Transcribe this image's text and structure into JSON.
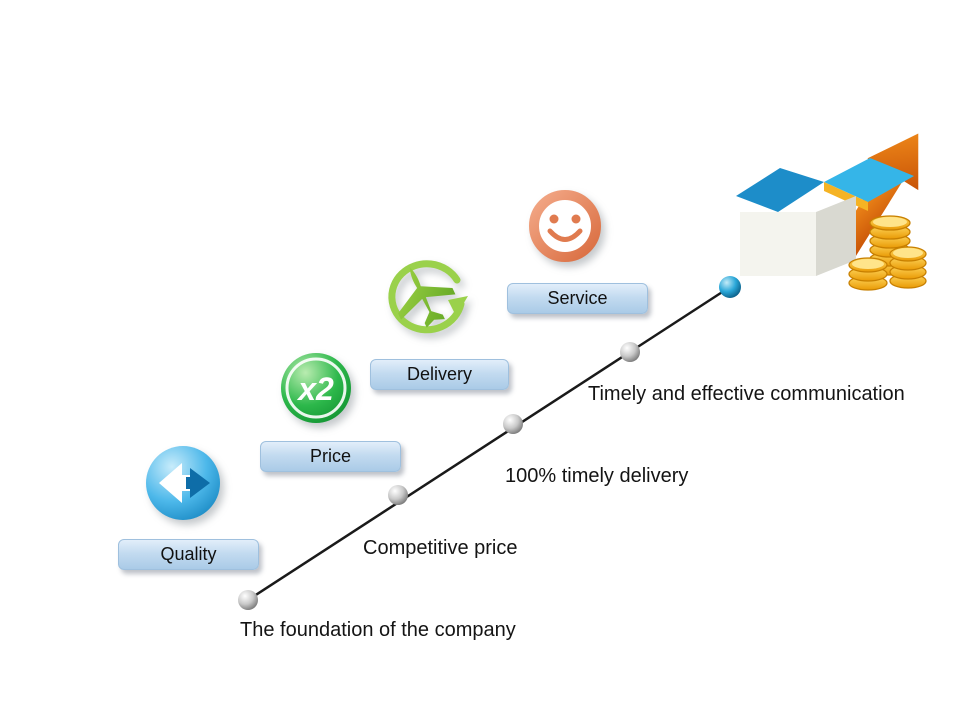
{
  "slide": {
    "steps": [
      {
        "label": "Quality",
        "caption": "The foundation of the company",
        "icon": "sync-arrows-icon"
      },
      {
        "label": "Price",
        "caption": "Competitive price",
        "icon": "x2-multiplier-icon"
      },
      {
        "label": "Delivery",
        "caption": "100% timely delivery",
        "icon": "airplane-icon"
      },
      {
        "label": "Service",
        "caption": "Timely and effective communication",
        "icon": "smiley-face-icon"
      }
    ],
    "price_icon_text": "x2",
    "colors": {
      "label_bg": "#c3dbf0",
      "line": "#1a1a1a",
      "accent_blue": "#2aa7d8",
      "accent_green": "#2db84b",
      "accent_lime": "#8cc63f",
      "accent_orange_smiley": "#e07b4f",
      "accent_arrow_orange": "#e87511",
      "coin_gold": "#f9b410",
      "roof_blue": "#35b5e8"
    }
  }
}
